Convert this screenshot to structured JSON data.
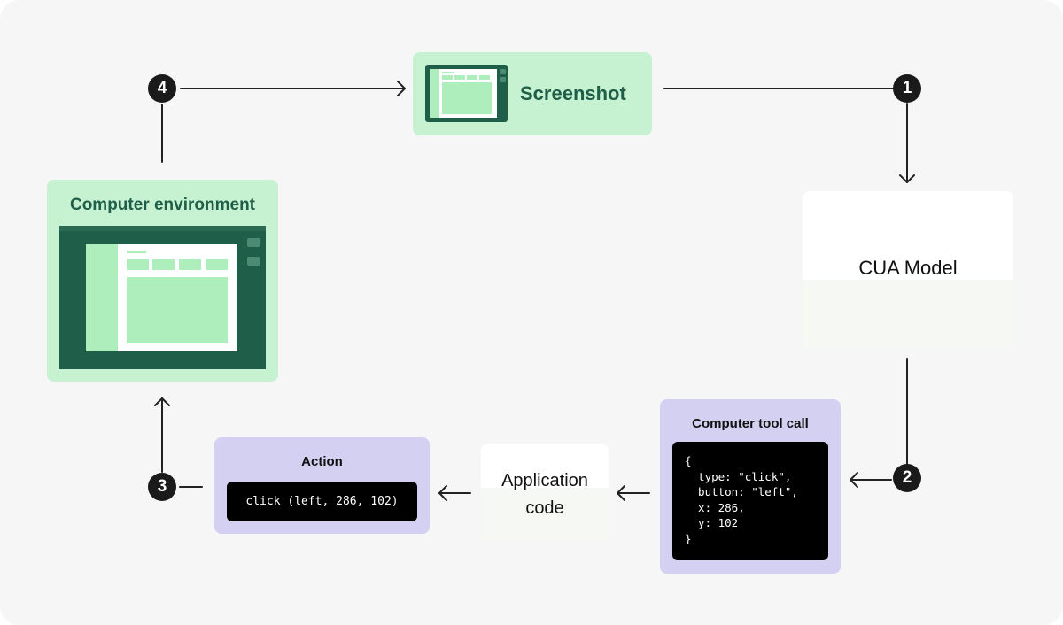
{
  "screenshot": {
    "label": "Screenshot"
  },
  "cua_model": {
    "label": "CUA Model"
  },
  "tool_call": {
    "title": "Computer tool call",
    "code": "{\n  type: \"click\",\n  button: \"left\",\n  x: 286,\n  y: 102\n}"
  },
  "app_code": {
    "line1": "Application",
    "line2": "code"
  },
  "action": {
    "title": "Action",
    "code": "click (left, 286, 102)"
  },
  "environment": {
    "title": "Computer environment"
  },
  "steps": [
    "1",
    "2",
    "3",
    "4"
  ],
  "colors": {
    "green_box": "#c6f2d2",
    "dark_green": "#1f5e48",
    "light_green": "#aeeebd",
    "purple_box": "#d4d0f2",
    "badge": "#1a1a1a",
    "code_bg": "#000000"
  }
}
